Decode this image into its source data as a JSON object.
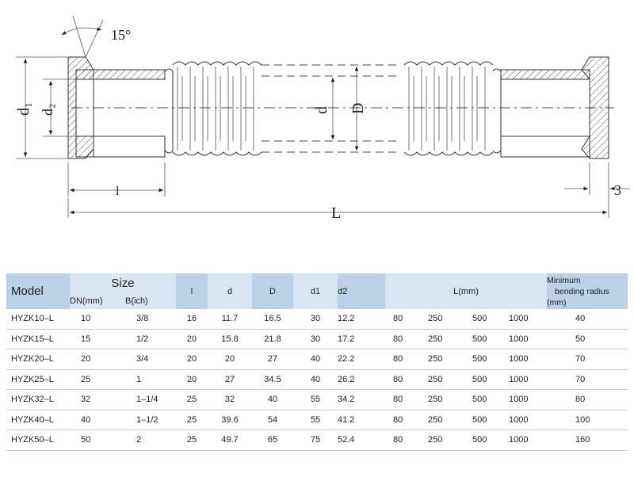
{
  "drawing": {
    "angle_label": "15°",
    "labels": {
      "d1": "d₁",
      "d2": "d₂",
      "d": "d",
      "D": "D",
      "l": "l",
      "L": "L",
      "three": "3"
    }
  },
  "table": {
    "headers": {
      "model": "Model",
      "size": "Size",
      "dn": "DN(mm)",
      "b": "B(ich)",
      "l": "l",
      "d": "d",
      "D": "D",
      "d1": "d1",
      "d2": "d2",
      "L": "L(mm)",
      "radius_line1": "Minimum",
      "radius_line2": "bending radius",
      "radius_line3": "(mm)"
    },
    "rows": [
      {
        "model": "HYZK10–L",
        "dn": "10",
        "b": "3/8",
        "l": "16",
        "d": "11.7",
        "D": "16.5",
        "d1": "30",
        "d2": "12.2",
        "L1": "80",
        "L2": "250",
        "L3": "500",
        "L4": "1000",
        "r": "40"
      },
      {
        "model": "HYZK15–L",
        "dn": "15",
        "b": "1/2",
        "l": "20",
        "d": "15.8",
        "D": "21.8",
        "d1": "30",
        "d2": "17.2",
        "L1": "80",
        "L2": "250",
        "L3": "500",
        "L4": "1000",
        "r": "50"
      },
      {
        "model": "HYZK20–L",
        "dn": "20",
        "b": "3/4",
        "l": "20",
        "d": "20",
        "D": "27",
        "d1": "40",
        "d2": "22.2",
        "L1": "80",
        "L2": "250",
        "L3": "500",
        "L4": "1000",
        "r": "70"
      },
      {
        "model": "HYZK25–L",
        "dn": "25",
        "b": "1",
        "l": "20",
        "d": "27",
        "D": "34.5",
        "d1": "40",
        "d2": "26.2",
        "L1": "80",
        "L2": "250",
        "L3": "500",
        "L4": "1000",
        "r": "70"
      },
      {
        "model": "HYZK32–L",
        "dn": "32",
        "b": "1–1/4",
        "l": "25",
        "d": "32",
        "D": "40",
        "d1": "55",
        "d2": "34.2",
        "L1": "80",
        "L2": "250",
        "L3": "500",
        "L4": "1000",
        "r": "80"
      },
      {
        "model": "HYZK40–L",
        "dn": "40",
        "b": "1–1/2",
        "l": "25",
        "d": "39.6",
        "D": "54",
        "d1": "55",
        "d2": "41.2",
        "L1": "80",
        "L2": "250",
        "L3": "500",
        "L4": "1000",
        "r": "100"
      },
      {
        "model": "HYZK50–L",
        "dn": "50",
        "b": "2",
        "l": "25",
        "d": "49.7",
        "D": "65",
        "d1": "75",
        "d2": "52.4",
        "L1": "80",
        "L2": "250",
        "L3": "500",
        "L4": "1000",
        "r": "160"
      }
    ]
  }
}
